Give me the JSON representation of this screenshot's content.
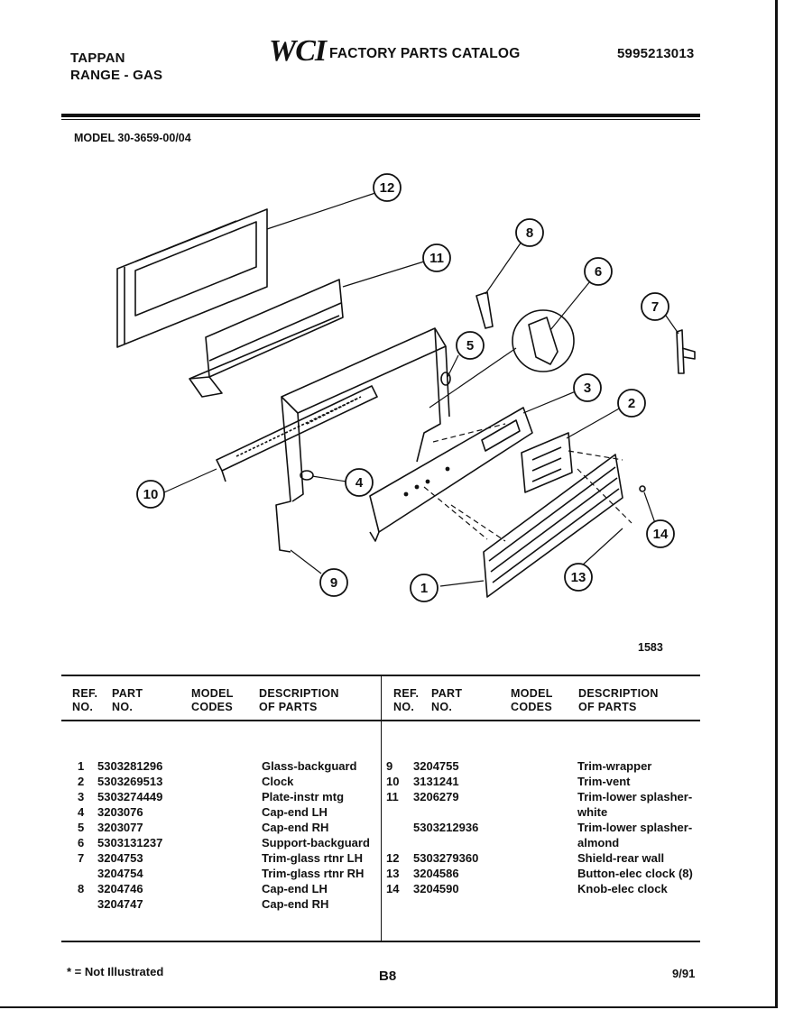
{
  "header": {
    "brand": "TAPPAN",
    "product": "RANGE - GAS",
    "logo": "WCI",
    "catalog_title": "FACTORY PARTS CATALOG",
    "catalog_number": "5995213013",
    "model": "MODEL 30-3659-00/04"
  },
  "diagram": {
    "drawing_number": "1583",
    "callouts": [
      "1",
      "2",
      "3",
      "4",
      "5",
      "6",
      "7",
      "8",
      "9",
      "10",
      "11",
      "12",
      "13",
      "14"
    ]
  },
  "table": {
    "columns": {
      "ref_no": "REF.\nNO.",
      "part_no": "PART\nNO.",
      "model_codes": "MODEL\nCODES",
      "description": "DESCRIPTION\nOF PARTS"
    },
    "left_rows": [
      {
        "ref": "1",
        "part": "5303281296",
        "desc": "Glass-backguard"
      },
      {
        "ref": "2",
        "part": "5303269513",
        "desc": "Clock"
      },
      {
        "ref": "3",
        "part": "5303274449",
        "desc": "Plate-instr mtg"
      },
      {
        "ref": "4",
        "part": "3203076",
        "desc": "Cap-end LH"
      },
      {
        "ref": "5",
        "part": "3203077",
        "desc": "Cap-end RH"
      },
      {
        "ref": "6",
        "part": "5303131237",
        "desc": "Support-backguard"
      },
      {
        "ref": "7",
        "part": "3204753",
        "desc": "Trim-glass rtnr LH"
      },
      {
        "ref": "",
        "part": "3204754",
        "desc": "Trim-glass rtnr RH"
      },
      {
        "ref": "8",
        "part": "3204746",
        "desc": "Cap-end LH"
      },
      {
        "ref": "",
        "part": "3204747",
        "desc": "Cap-end RH"
      }
    ],
    "right_rows": [
      {
        "ref": "9",
        "part": "3204755",
        "desc": "Trim-wrapper"
      },
      {
        "ref": "10",
        "part": "3131241",
        "desc": "Trim-vent"
      },
      {
        "ref": "11",
        "part": "3206279",
        "desc": "Trim-lower splasher-"
      },
      {
        "ref": "",
        "part": "",
        "desc": "white"
      },
      {
        "ref": "",
        "part": "5303212936",
        "desc": "Trim-lower splasher-"
      },
      {
        "ref": "",
        "part": "",
        "desc": "almond"
      },
      {
        "ref": "12",
        "part": "5303279360",
        "desc": "Shield-rear wall"
      },
      {
        "ref": "13",
        "part": "3204586",
        "desc": "Button-elec clock (8)"
      },
      {
        "ref": "14",
        "part": "3204590",
        "desc": "Knob-elec clock"
      }
    ]
  },
  "footer": {
    "note": "* = Not Illustrated",
    "page": "B8",
    "date": "9/91"
  }
}
